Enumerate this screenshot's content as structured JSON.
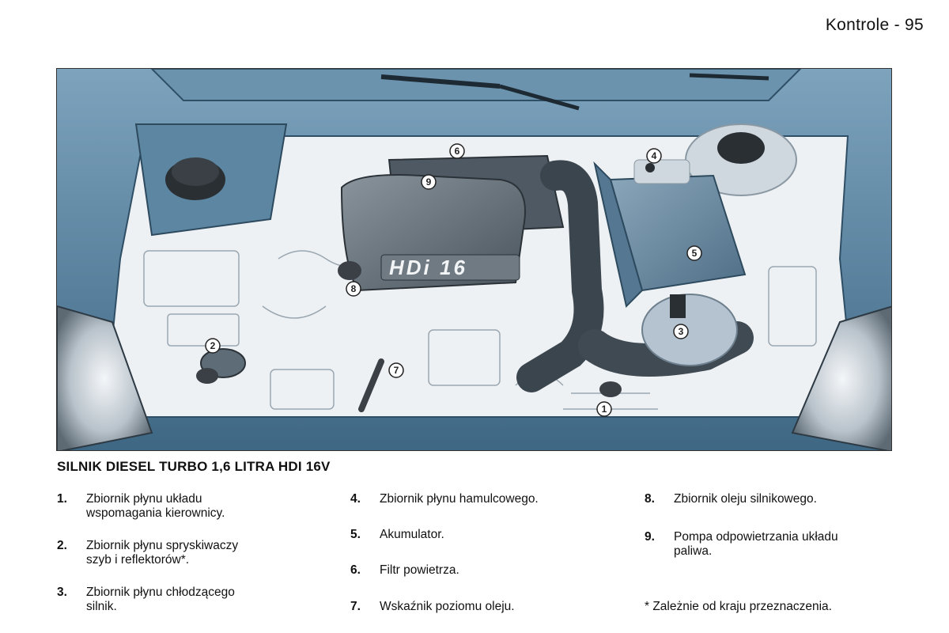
{
  "header": {
    "page_label": "Kontrole - 95"
  },
  "figure": {
    "hdi_badge": "HDi 16",
    "callouts": [
      "1",
      "2",
      "3",
      "4",
      "5",
      "6",
      "7",
      "8",
      "9"
    ]
  },
  "section": {
    "title": "SILNIK DIESEL TURBO 1,6 LITRA HDI 16V"
  },
  "legend": [
    {
      "num": "1.",
      "text": "Zbiornik płynu układu\nwspomagania kierownicy."
    },
    {
      "num": "2.",
      "text": "Zbiornik płynu spryskiwaczy\nszyb i reflektorów*."
    },
    {
      "num": "3.",
      "text": "Zbiornik płynu chłodzącego\nsilnik."
    },
    {
      "num": "4.",
      "text": "Zbiornik płynu hamulcowego."
    },
    {
      "num": "5.",
      "text": "Akumulator."
    },
    {
      "num": "6.",
      "text": "Filtr powietrza."
    },
    {
      "num": "7.",
      "text": "Wskaźnik poziomu oleju."
    },
    {
      "num": "8.",
      "text": "Zbiornik oleju silnikowego."
    },
    {
      "num": "9.",
      "text": "Pompa odpowietrzania układu\npaliwa."
    }
  ],
  "footnote": "* Zależnie od kraju przeznaczenia.",
  "colors": {
    "body_blue": "#4c7894",
    "engine_gray": "#5b6670",
    "engine_bay_bg": "#eef1f3",
    "battery_blue": "#6f8fa6"
  }
}
